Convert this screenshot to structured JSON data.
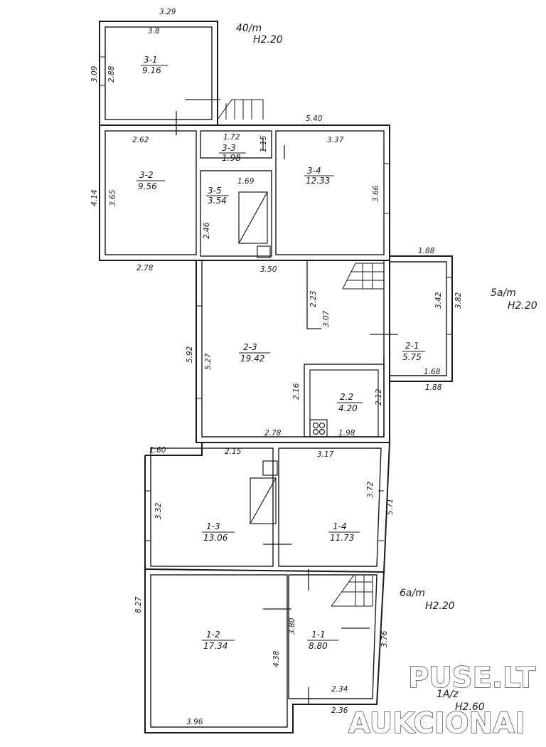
{
  "rooms": [
    {
      "id": "3-1",
      "area": "9.16"
    },
    {
      "id": "3-2",
      "area": "9.56"
    },
    {
      "id": "3-3",
      "area": "1.98"
    },
    {
      "id": "3-4",
      "area": "12.33"
    },
    {
      "id": "3-5",
      "area": "3.54"
    },
    {
      "id": "2-3",
      "area": "19.42"
    },
    {
      "id": "2-1",
      "area": "5.75"
    },
    {
      "id": "2.2",
      "area": "4.20"
    },
    {
      "id": "1-3",
      "area": "13.06"
    },
    {
      "id": "1-4",
      "area": "11.73"
    },
    {
      "id": "1-2",
      "area": "17.34"
    },
    {
      "id": "1-1",
      "area": "8.80"
    }
  ],
  "dimensions": [
    "3.29",
    "3.8",
    "3.09",
    "2.88",
    "2.62",
    "4.14",
    "3.65",
    "1.72",
    "1.15",
    "1.69",
    "2.46",
    "5.40",
    "3.37",
    "3.66",
    "3.50",
    "2.78",
    "1.88",
    "3.42",
    "3.82",
    "1.68",
    "1.88",
    "2.23",
    "3.07",
    "5.92",
    "5.27",
    "2.16",
    "2.12",
    "2.78",
    "1.98",
    "1.60",
    "2.15",
    "3.17",
    "3.32",
    "3.72",
    "5.71",
    "8.27",
    "3.80",
    "4.38",
    "3.76",
    "2.34",
    "2.36",
    "3.96"
  ],
  "annotations": {
    "block_3": [
      "40/m",
      "H2.20"
    ],
    "block_2": [
      "5a/m",
      "H2.20"
    ],
    "block_1": [
      "6a/m",
      "H2.20"
    ],
    "bottom": [
      "1A/z",
      "H2.60"
    ]
  },
  "watermark": {
    "line1": "PUSE.LT",
    "line2": "AUKCIONAI"
  }
}
